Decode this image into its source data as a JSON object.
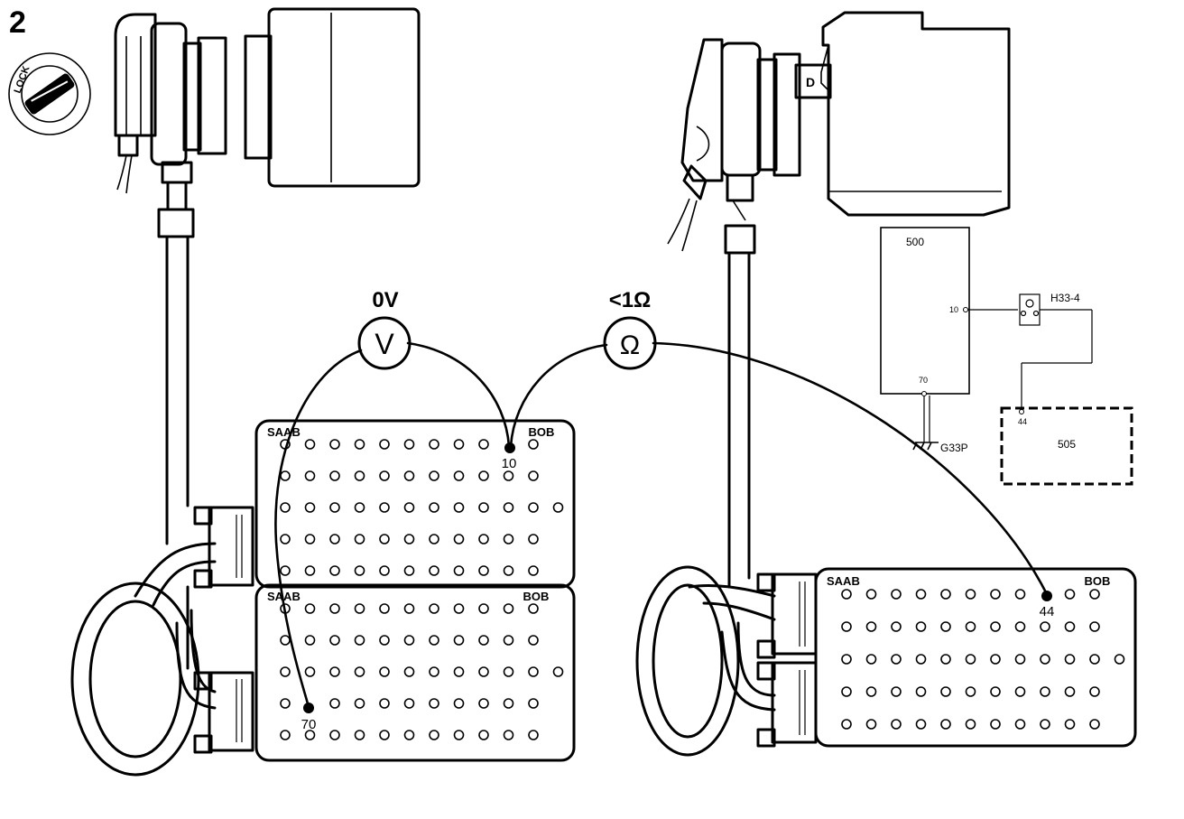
{
  "figure": {
    "step_number": "2",
    "lock_label": "LOCK"
  },
  "meters": {
    "voltmeter": {
      "reading": "0V",
      "symbol": "V"
    },
    "ohmmeter": {
      "reading": "<1Ω",
      "symbol": "Ω"
    }
  },
  "left_box": {
    "upper_board": {
      "brand": "SAAB",
      "model": "BOB",
      "probe_pin": "10"
    },
    "lower_board": {
      "brand": "SAAB",
      "model": "BOB",
      "probe_pin": "70"
    }
  },
  "right_box": {
    "board": {
      "brand": "SAAB",
      "model": "BOB",
      "probe_pin": "44"
    }
  },
  "schematic": {
    "unit_500": {
      "label": "500",
      "pin_top": "10",
      "pin_bottom": "70"
    },
    "connector_label": "H33-4",
    "ground_label": "G33P",
    "unit_505": {
      "label": "505",
      "pin": "44"
    }
  }
}
